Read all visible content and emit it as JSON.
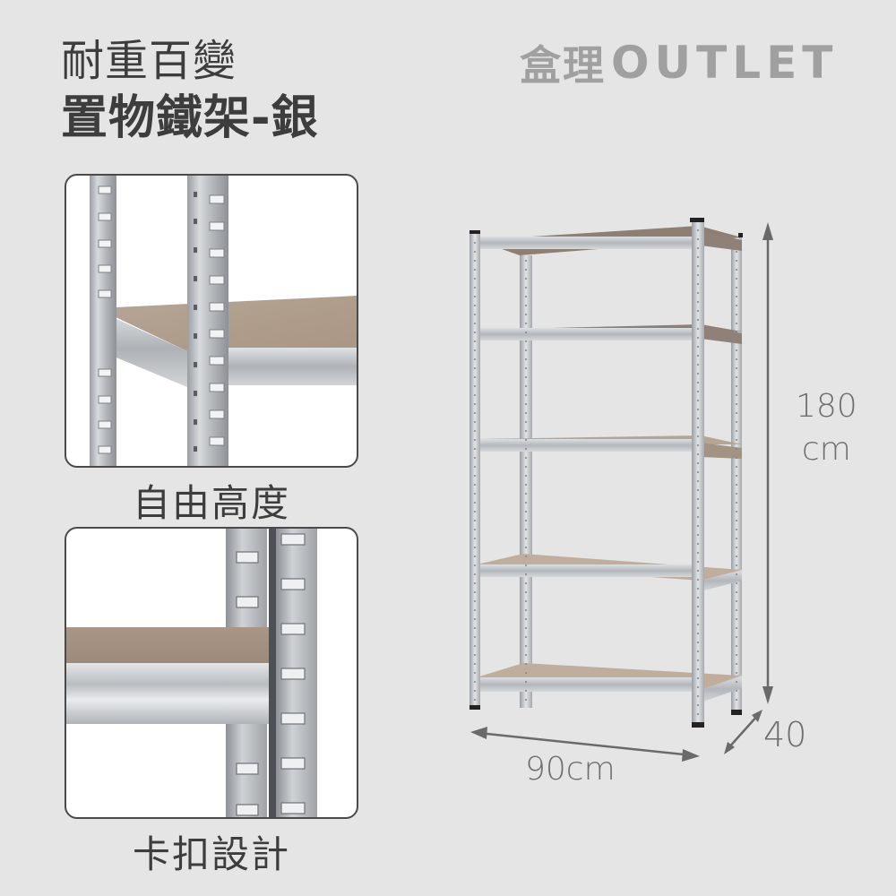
{
  "header": {
    "title_line1": "耐重百變",
    "title_line2": "置物鐵架-銀",
    "brand_cjk": "盒理",
    "brand_latin": "OUTLET"
  },
  "features": [
    {
      "caption": "自由高度",
      "image": "close-up-adjustable-upright-with-shelf"
    },
    {
      "caption": "卡扣設計",
      "image": "close-up-clip-slot-connection"
    }
  ],
  "product": {
    "image": "five-tier-galvanized-steel-shelf-with-wood-boards",
    "tiers": 5
  },
  "dimensions": {
    "height_value": "180",
    "height_unit": "cm",
    "width": "90cm",
    "depth": "40"
  },
  "colors": {
    "background": "#e5e5e5",
    "title_text": "#3d3d3d",
    "brand_text": "#a0a0a0",
    "dimension_text": "#6e6e6e",
    "steel": "#c9ccd0",
    "wood": "#b9a898",
    "card_border": "#4a4a4a"
  }
}
